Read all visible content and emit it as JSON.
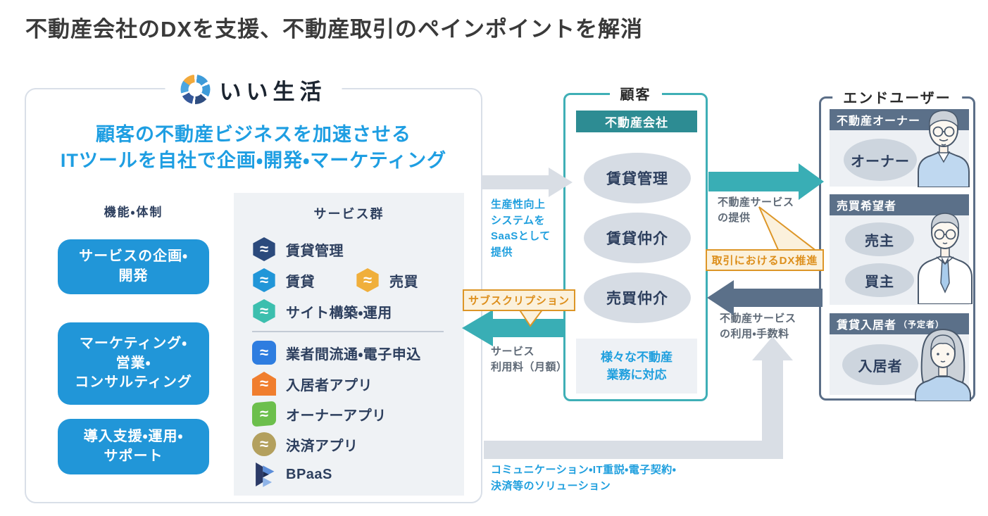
{
  "title": "不動産会社のDXを支援、不動産取引のペインポイントを解消",
  "company": {
    "name": "いい生活",
    "headline": "顧客の不動産ビジネスを加速させる\nITツールを自社で企画・開発・マーケティング",
    "functions": {
      "label": "機能・体制",
      "items": [
        "サービスの企画・\n開発",
        "マーケティング・\n営業・\nコンサルティング",
        "導入支援・運用・\nサポート"
      ]
    },
    "services": {
      "label": "サービス群",
      "items": [
        {
          "label": "賃貸管理",
          "icon": "hexagon",
          "color": "#2b4a7c"
        },
        {
          "label": "賃貸",
          "icon": "hexagon",
          "color": "#2196d8"
        },
        {
          "label": "売買",
          "icon": "hexagon",
          "color": "#f0af3b"
        },
        {
          "label": "サイト構築・運用",
          "icon": "hexagon",
          "color": "#3cbfae"
        },
        {
          "label": "業者間流通・電子申込",
          "icon": "rounded-square",
          "color": "#2e7de0"
        },
        {
          "label": "入居者アプリ",
          "icon": "house",
          "color": "#f07e2e"
        },
        {
          "label": "オーナーアプリ",
          "icon": "flag",
          "color": "#6cbf4c"
        },
        {
          "label": "決済アプリ",
          "icon": "circle",
          "color": "#b3a05e"
        },
        {
          "label": "BPaaS",
          "icon": "bpaas-logo",
          "color": ""
        }
      ]
    }
  },
  "flows": {
    "saas_provide": "生産性向上\nシステムを\nSaaSとして\n提供",
    "subscription_badge": "サブスクリプション",
    "service_fee": "サービス\n利用料（月額）",
    "service_provide": "不動産サービス\nの提供",
    "dx_badge": "取引におけるDX推進",
    "service_usage": "不動産サービス\nの利用・手数料",
    "solution": "コミュニケーション・IT重説・電子契約・\n決済等のソリューション"
  },
  "customer": {
    "label": "顧客",
    "header": "不動産会社",
    "items": [
      "賃貸管理",
      "賃貸仲介",
      "売買仲介"
    ],
    "note": "様々な不動産\n業務に対応"
  },
  "endusers": {
    "label": "エンドユーザー",
    "groups": [
      {
        "header": "不動産オーナー",
        "suffix": "",
        "roles": [
          "オーナー"
        ]
      },
      {
        "header": "売買希望者",
        "suffix": "",
        "roles": [
          "売主",
          "買主"
        ]
      },
      {
        "header": "賃貸入居者",
        "suffix": "（予定者）",
        "roles": [
          "入居者"
        ]
      }
    ]
  },
  "colors": {
    "accent_blue": "#1f9fde",
    "bubble_blue": "#2196d8",
    "teal_arrow": "#39aeb5",
    "teal_header": "#2d8c93",
    "teal_border": "#3fafb6",
    "slate": "#5b7089",
    "slate_border": "#5b6e87",
    "gray_arrow": "#d9dee5",
    "navy_text": "#2d3f5e",
    "badge_border": "#dd9627",
    "badge_bg": "#fbf1dc",
    "badge_text": "#dd8f1c"
  }
}
